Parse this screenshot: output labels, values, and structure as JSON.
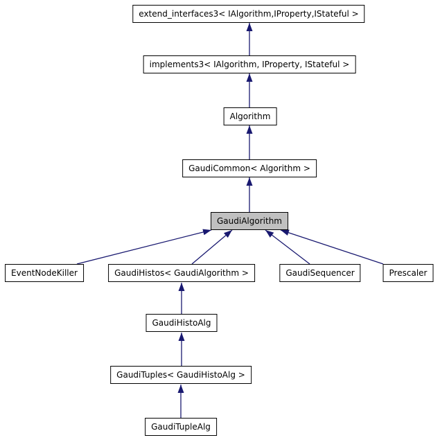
{
  "diagram": {
    "kind": "class-inheritance-graph",
    "colors": {
      "background": "#ffffff",
      "node_fill": "#ffffff",
      "node_border": "#000000",
      "highlight_fill": "#c0c0c0",
      "edge": "#191970",
      "text": "#000000"
    },
    "nodes": [
      {
        "id": "extend_interfaces3",
        "label": "extend_interfaces3< IAlgorithm,IProperty,IStateful >",
        "highlighted": false
      },
      {
        "id": "implements3",
        "label": "implements3< IAlgorithm, IProperty, IStateful >",
        "highlighted": false
      },
      {
        "id": "Algorithm",
        "label": "Algorithm",
        "highlighted": false
      },
      {
        "id": "GaudiCommon",
        "label": "GaudiCommon< Algorithm >",
        "highlighted": false
      },
      {
        "id": "GaudiAlgorithm",
        "label": "GaudiAlgorithm",
        "highlighted": true
      },
      {
        "id": "EventNodeKiller",
        "label": "EventNodeKiller",
        "highlighted": false
      },
      {
        "id": "GaudiHistos",
        "label": "GaudiHistos< GaudiAlgorithm >",
        "highlighted": false
      },
      {
        "id": "GaudiSequencer",
        "label": "GaudiSequencer",
        "highlighted": false
      },
      {
        "id": "Prescaler",
        "label": "Prescaler",
        "highlighted": false
      },
      {
        "id": "GaudiHistoAlg",
        "label": "GaudiHistoAlg",
        "highlighted": false
      },
      {
        "id": "GaudiTuples",
        "label": "GaudiTuples< GaudiHistoAlg >",
        "highlighted": false
      },
      {
        "id": "GaudiTupleAlg",
        "label": "GaudiTupleAlg",
        "highlighted": false
      }
    ],
    "edges": [
      {
        "from": "implements3",
        "to": "extend_interfaces3"
      },
      {
        "from": "Algorithm",
        "to": "implements3"
      },
      {
        "from": "GaudiCommon",
        "to": "Algorithm"
      },
      {
        "from": "GaudiAlgorithm",
        "to": "GaudiCommon"
      },
      {
        "from": "EventNodeKiller",
        "to": "GaudiAlgorithm"
      },
      {
        "from": "GaudiHistos",
        "to": "GaudiAlgorithm"
      },
      {
        "from": "GaudiSequencer",
        "to": "GaudiAlgorithm"
      },
      {
        "from": "Prescaler",
        "to": "GaudiAlgorithm"
      },
      {
        "from": "GaudiHistoAlg",
        "to": "GaudiHistos"
      },
      {
        "from": "GaudiTuples",
        "to": "GaudiHistoAlg"
      },
      {
        "from": "GaudiTupleAlg",
        "to": "GaudiTuples"
      }
    ]
  }
}
